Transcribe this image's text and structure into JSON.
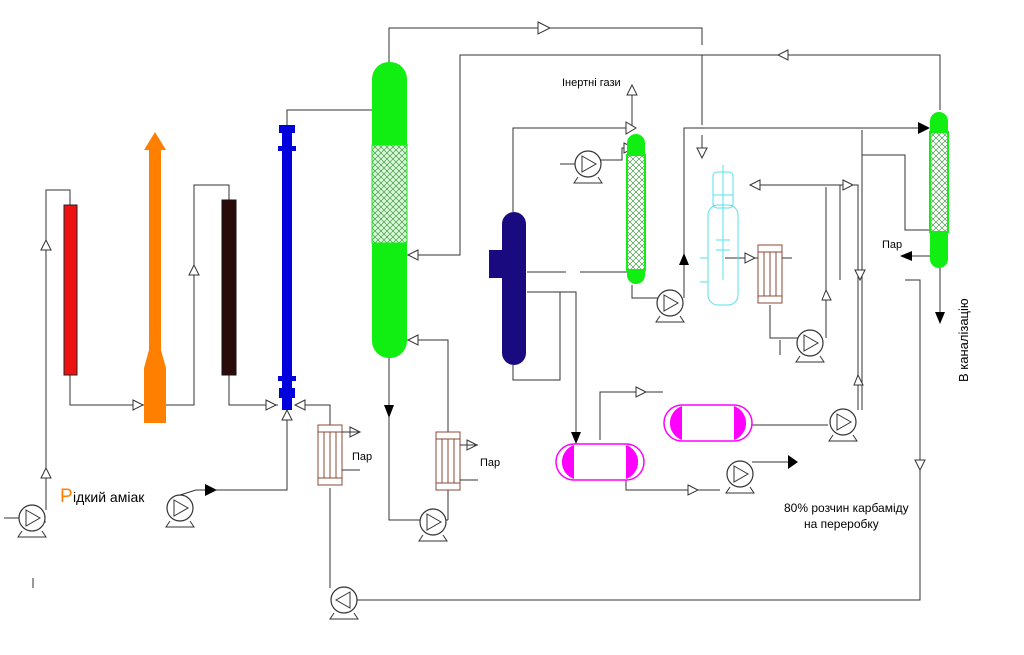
{
  "labels": {
    "liquid_ammonia_first": "Р",
    "liquid_ammonia_rest": "ідкий аміак",
    "inert_gases": "Інертні гази",
    "steam_1": "Пар",
    "steam_2": "Пар",
    "steam_3": "Пар",
    "to_sewer": "В каналізацію",
    "product_line1": "80% розчин карбаміду",
    "product_line2": "на переробку"
  },
  "colors": {
    "red_column": "#ee1111",
    "orange_column": "#ff8000",
    "dark_column": "#2b0a0a",
    "blue_column": "#0000dd",
    "green_column": "#11ee11",
    "navy_separator": "#1a0a80",
    "magenta_tank": "#ff00ff",
    "cyan_reactor": "#55e0e8",
    "heat_exchanger": "#8b4a3a"
  }
}
